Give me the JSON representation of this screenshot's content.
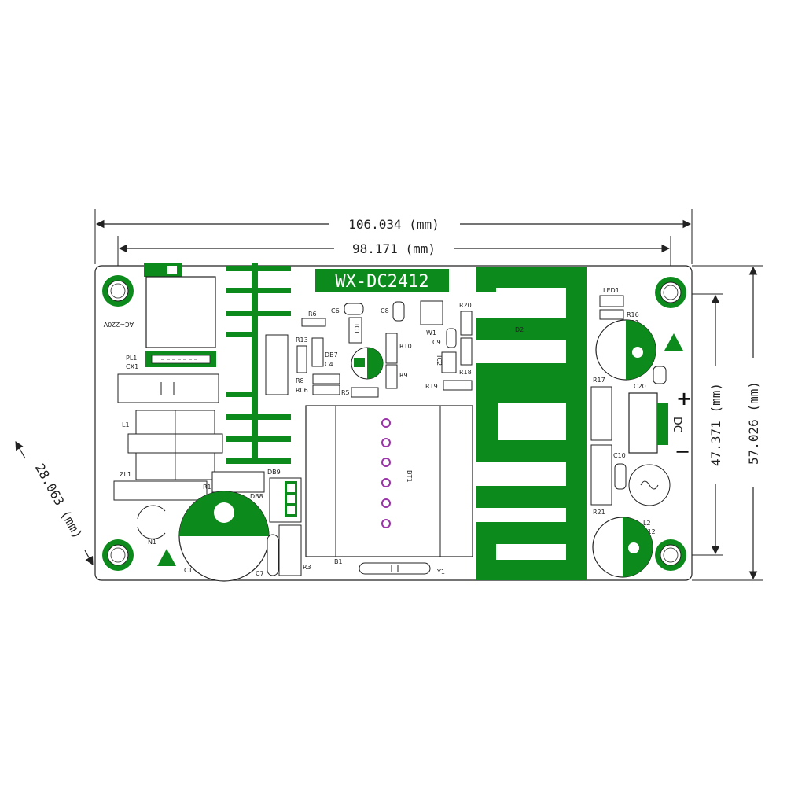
{
  "diagram": {
    "board_title": "WX-DC2412",
    "colors": {
      "copper": "#0c8a1c",
      "outline": "#222222",
      "pad_hole": "#9a35a8"
    },
    "dimensions": {
      "overall_width": "106.034 (mm)",
      "hole_spacing_width": "98.171 (mm)",
      "overall_height": "57.026 (mm)",
      "hole_spacing_height": "47.371 (mm)",
      "diagonal": "28.063 (mm)"
    },
    "labels": {
      "ac": "AC~220V",
      "pl1": "PL1",
      "cx1": "CX1",
      "l1": "L1",
      "zl1": "ZL1",
      "r1": "R1",
      "db9": "DB9",
      "db8": "DB8",
      "n1": "N1",
      "c1": "C1",
      "c7": "C7",
      "r3": "R3",
      "b1": "B1",
      "bt1": "BT1",
      "y1": "Y1",
      "r6": "R6",
      "c6": "C6",
      "ic1": "IC1",
      "c8": "C8",
      "r13": "R13",
      "db7": "DB7",
      "c4": "C4",
      "r8": "R8",
      "r06": "R06",
      "r5": "R5",
      "r10": "R10",
      "r9": "R9",
      "w1": "W1",
      "c9": "C9",
      "ic2": "IC2",
      "r20": "R20",
      "r18": "R18",
      "r19": "R19",
      "d2": "D2",
      "led1": "LED1",
      "r16": "R16",
      "c11": "C11",
      "c20": "C20",
      "r17": "R17",
      "dc": "DC",
      "plus": "+",
      "minus": "−",
      "c10": "C10",
      "r21": "R21",
      "l2": "L2",
      "c12": "C12"
    }
  }
}
